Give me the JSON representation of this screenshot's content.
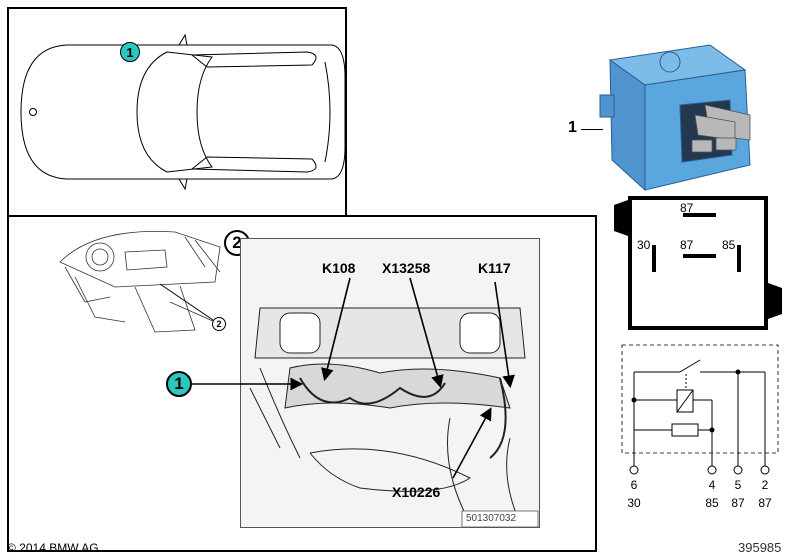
{
  "callout_number": "1",
  "detail_number": "2",
  "detail_callout_small": "2",
  "connector_labels": {
    "k108": "K108",
    "x13258": "X13258",
    "k117": "K117",
    "x10226": "X10226"
  },
  "figure_ref": "501307032",
  "part_label": "1",
  "relay_pins": {
    "top": "87",
    "middle": "87",
    "left": "30",
    "right": "85"
  },
  "schematic_pins": {
    "numbers": [
      "6",
      "4",
      "5",
      "2"
    ],
    "terminals": [
      "30",
      "85",
      "87",
      "87"
    ]
  },
  "copyright": "© 2014 BMW AG",
  "diagram_id": "395985",
  "colors": {
    "callout": "#2ec7c0",
    "relay_blue": "#5aa7e0"
  }
}
